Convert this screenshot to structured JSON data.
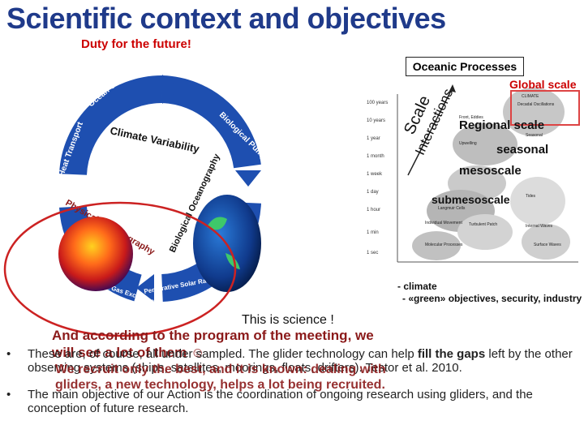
{
  "title": "Scientific context and objectives",
  "subtitle": "Duty for the future!",
  "oceanic_box": "Oceanic Processes",
  "diagram": {
    "scale_labels": {
      "global": "Global scale",
      "regional": "Regional scale",
      "seasonal": "seasonal",
      "mesoscale": "mesoscale",
      "submesoscale": "submesoscale"
    },
    "rotated": {
      "scale": "Scale",
      "interaction": "Interactions"
    },
    "time_axis": [
      "100 years",
      "10 years",
      "1 year",
      "1 month",
      "1 week",
      "1 day",
      "1 hour",
      "1 min",
      "1 sec"
    ],
    "phenomena": [
      "CLIMATE",
      "Decadal Oscillations",
      "Front, Eddies",
      "Seasonal",
      "Upwelling",
      "Tides",
      "Internal Waves",
      "Langmuir Cells",
      "Individual Movement",
      "Turbulent Patch",
      "Molecular Processes",
      "Surface Waves"
    ],
    "cycle_labels": {
      "climate": "Climate Variability",
      "ocean_circ": "Ocean Circulation",
      "heat": "Heat Transport",
      "bio_pump": "Biological Pump",
      "physical": "Physical Oceanography",
      "biological": "Biological Oceanography",
      "air_sea": "Air-Sea Gas Exchange",
      "penetrative": "Penetrative Solar Radiation"
    },
    "notes": [
      "- climate",
      "- «green» objectives, security, industry"
    ],
    "science_text": "This is science !"
  },
  "meeting": "And according to the program of the meeting, we will see a lot of them ☺",
  "bullets": [
    {
      "text_a": "These are, of course, all under sampled. The glider technology can help ",
      "emph": "fill the gaps",
      "text_b": " left by the other observing systems (ships, satellites, moorings, floats, drifters). Testor et al. 2010."
    },
    {
      "text_a": "The main objective of our Action is the coordination of ongoing research using gliders, and the conception of future research.",
      "emph": "",
      "text_b": ""
    }
  ],
  "overlay": "We recruit only the best, and it is known: dealing with gliders, a new technology, helps a lot being recruited.",
  "colors": {
    "title": "#1f3a8a",
    "accent_red": "#cc0000",
    "meeting": "#8b1a1a",
    "cycle_blue": "#1e4fb0"
  }
}
